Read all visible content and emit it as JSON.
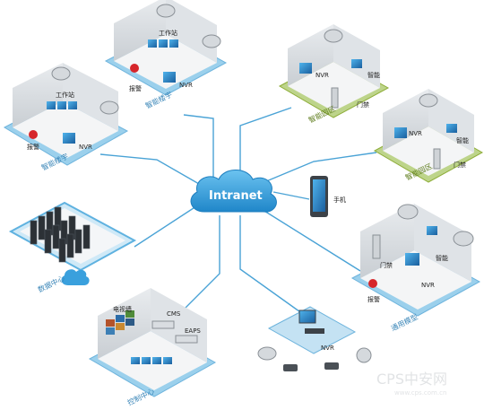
{
  "hub": {
    "label": "Intranet"
  },
  "zones": {
    "building_a": {
      "name": "智能楼宇",
      "workstation": "工作站",
      "alarm": "报警",
      "nvr": "NVR"
    },
    "building_b": {
      "name": "智能楼宇",
      "workstation": "工作站",
      "alarm": "报警",
      "nvr": "NVR"
    },
    "park_a": {
      "name": "智能园区",
      "nvr": "NVR",
      "smart": "智能",
      "door": "门禁"
    },
    "park_b": {
      "name": "智能园区",
      "nvr": "NVR",
      "smart": "智能",
      "door": "门禁"
    },
    "mobile": {
      "name": "手机"
    },
    "data_center": {
      "name": "数据中心"
    },
    "general": {
      "name": "通用模型",
      "door": "门禁",
      "smart": "智能",
      "nvr": "NVR",
      "alarm": "报警"
    },
    "control": {
      "name": "控制中心",
      "tv_wall": "电视墙",
      "cms": "CMS",
      "eaps": "EAPS"
    },
    "cameras": {
      "nvr": "NVR"
    }
  },
  "watermark": {
    "main": "CPS中安网",
    "url": "www.cps.com.cn"
  },
  "colors": {
    "link": "#4aa3d6",
    "cloud": "#2e9ad8",
    "blue_border": "#8fc7e6",
    "green_border": "#8fae3a"
  }
}
